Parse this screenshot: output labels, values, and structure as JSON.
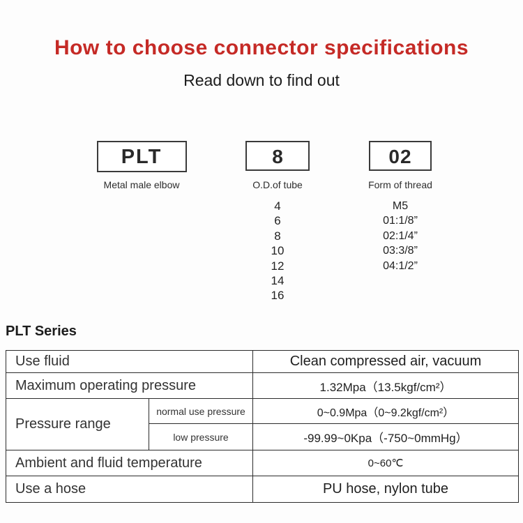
{
  "header": {
    "title": "How to choose connector specifications",
    "subtitle": "Read down to find out"
  },
  "selector": {
    "columns": [
      {
        "code": "PLT",
        "label": "Metal male elbow",
        "options": []
      },
      {
        "code": "8",
        "label": "O.D.of tube",
        "options": [
          "4",
          "6",
          "8",
          "10",
          "12",
          "14",
          "16"
        ]
      },
      {
        "code": "02",
        "label": "Form of thread",
        "options": [
          "M5",
          "01:1/8”",
          "02:1/4”",
          "03:3/8”",
          "04:1/2”"
        ]
      }
    ]
  },
  "series": {
    "title": "PLT Series"
  },
  "spec_table": {
    "rows": [
      {
        "label": "Use fluid",
        "value": "Clean compressed air, vacuum"
      },
      {
        "label": "Maximum operating pressure",
        "value": "1.32Mpa（13.5kgf/cm²）"
      },
      {
        "label": "Pressure range",
        "sub_rows": [
          {
            "label": "normal use pressure",
            "value": "0~0.9Mpa（0~9.2kgf/cm²）"
          },
          {
            "label": "low pressure",
            "value": "-99.99~0Kpa（-750~0mmHg）"
          }
        ]
      },
      {
        "label": "Ambient and fluid temperature",
        "value": "0~60℃"
      },
      {
        "label": "Use a hose",
        "value": "PU hose, nylon tube"
      }
    ]
  },
  "colors": {
    "accent_red": "#c52a26",
    "row_beige": "#f4eee0",
    "table_border": "#2b2b2b"
  }
}
